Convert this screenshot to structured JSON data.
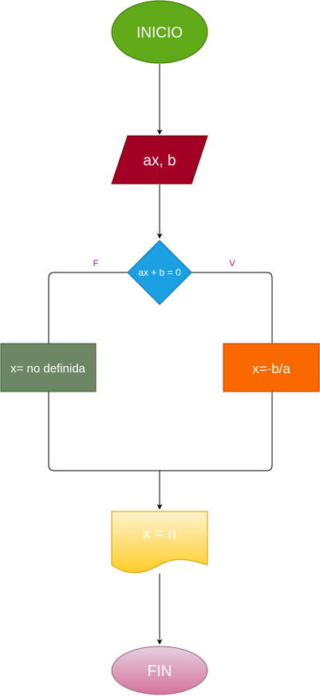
{
  "nodes": {
    "start": {
      "text": "INICIO",
      "fill": "#60a917",
      "stroke": "#2d7600",
      "text_color": "#ffffff"
    },
    "input": {
      "text": "ax, b",
      "fill": "#a20025",
      "stroke": "#6f0000",
      "text_color": "#ffffff"
    },
    "decision": {
      "text": "ax + b = 0",
      "fill": "#1ba1e2",
      "stroke": "#006eaf",
      "text_color": "#ffffff"
    },
    "false_branch": {
      "text": "x= no definida",
      "fill": "#6d8764",
      "stroke": "#3a5431",
      "text_color": "#ffffff"
    },
    "true_branch": {
      "text": "x=-b/a",
      "fill": "#fa6800",
      "stroke": "#c73500",
      "text_color": "#ffffff"
    },
    "output": {
      "text": "x = n",
      "fill": "#ffcd28",
      "fill_top": "#fff2cc",
      "stroke": "#d79b00",
      "text_color": "#ffffff"
    },
    "end": {
      "text": "FIN",
      "fill": "#d5739d",
      "fill_top": "#e6d0de",
      "stroke": "#996185",
      "text_color": "#ffffff"
    }
  },
  "edges": {
    "false_label": "F",
    "true_label": "V",
    "label_color": "#cc0099",
    "line_color": "#000000"
  }
}
